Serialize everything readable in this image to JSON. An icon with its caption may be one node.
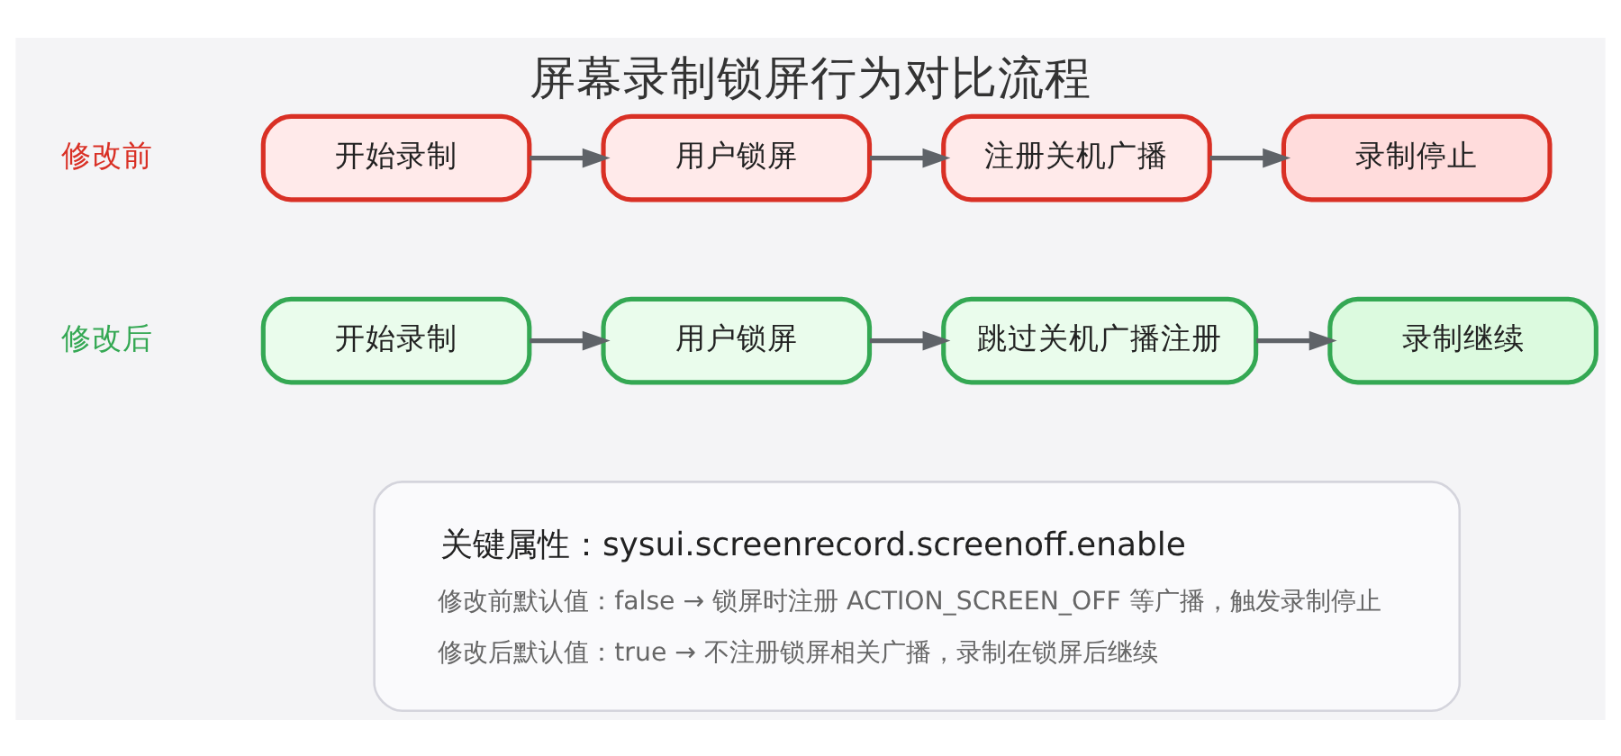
{
  "diagram": {
    "title": "屏幕录制锁屏行为对比流程",
    "nodes": [
      {
        "text": [
          "开始录制"
        ]
      },
      {
        "text": [
          "用户锁屏"
        ]
      },
      {
        "text": [
          "注册关机广播"
        ]
      },
      {
        "text": [
          "录制停止"
        ]
      },
      {
        "text": [
          "开始录制"
        ]
      },
      {
        "text": [
          "用户锁屏"
        ]
      },
      {
        "text": [
          "跳过关机广播注册"
        ]
      },
      {
        "text": [
          "录制继续"
        ]
      },
      {
        "text": [
          "关键属性：sysui.screenrecord.screenoff.enable",
          "修改前默认值：false → 锁屏时注册 ACTION_SCREEN_OFF 等广播，触发录制停止",
          "修改后默认值：true → 不注册锁屏相关广播，录制在锁屏后继续"
        ]
      }
    ],
    "edges": [
      {
        "from": 0,
        "to": 1,
        "arrow": "to"
      },
      {
        "from": 1,
        "to": 2,
        "arrow": "to"
      },
      {
        "from": 2,
        "to": 3,
        "arrow": "to"
      },
      {
        "from": 4,
        "to": 5,
        "arrow": "to"
      },
      {
        "from": 5,
        "to": 6,
        "arrow": "to"
      },
      {
        "from": 6,
        "to": 7,
        "arrow": "to"
      }
    ],
    "labels": [
      "修改前",
      "修改后"
    ]
  }
}
